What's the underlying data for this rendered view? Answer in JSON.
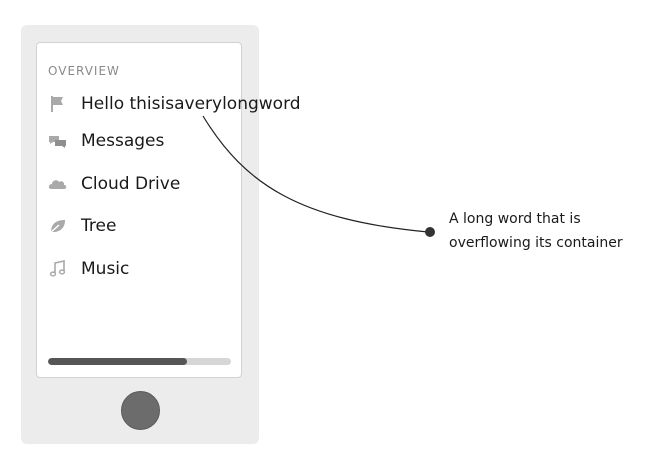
{
  "menu": {
    "section_label": "OVERVIEW",
    "items": [
      {
        "label": "Hello thisisaverylongword",
        "icon": "flag-icon"
      },
      {
        "label": "Messages",
        "icon": "chat-bubbles-icon"
      },
      {
        "label": "Cloud Drive",
        "icon": "cloud-icon"
      },
      {
        "label": "Tree",
        "icon": "leaf-icon"
      },
      {
        "label": "Music",
        "icon": "music-note-icon"
      }
    ]
  },
  "progress": {
    "fraction": 0.76
  },
  "annotation": {
    "line1": "A long word that is",
    "line2": "overflowing its container"
  },
  "colors": {
    "icon": "#a9a9a9",
    "text": "#1a1a1a",
    "progress_fill": "#555555",
    "progress_track": "#d6d6d6",
    "device": "#ececec"
  }
}
